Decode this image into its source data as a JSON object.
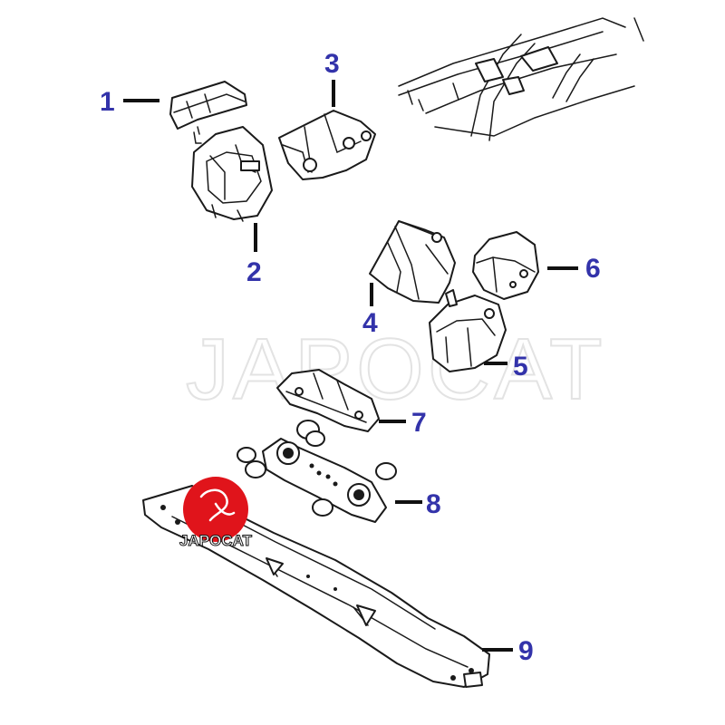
{
  "watermark": {
    "text": "JAPOCAT"
  },
  "logo": {
    "text": "JAPOCAT",
    "color": "#e0141b"
  },
  "callout_color": "#3333aa",
  "callouts": [
    {
      "id": "1",
      "label": "1"
    },
    {
      "id": "2",
      "label": "2"
    },
    {
      "id": "3",
      "label": "3"
    },
    {
      "id": "4",
      "label": "4"
    },
    {
      "id": "5",
      "label": "5"
    },
    {
      "id": "6",
      "label": "6"
    },
    {
      "id": "7",
      "label": "7"
    },
    {
      "id": "8",
      "label": "8"
    },
    {
      "id": "9",
      "label": "9"
    }
  ]
}
